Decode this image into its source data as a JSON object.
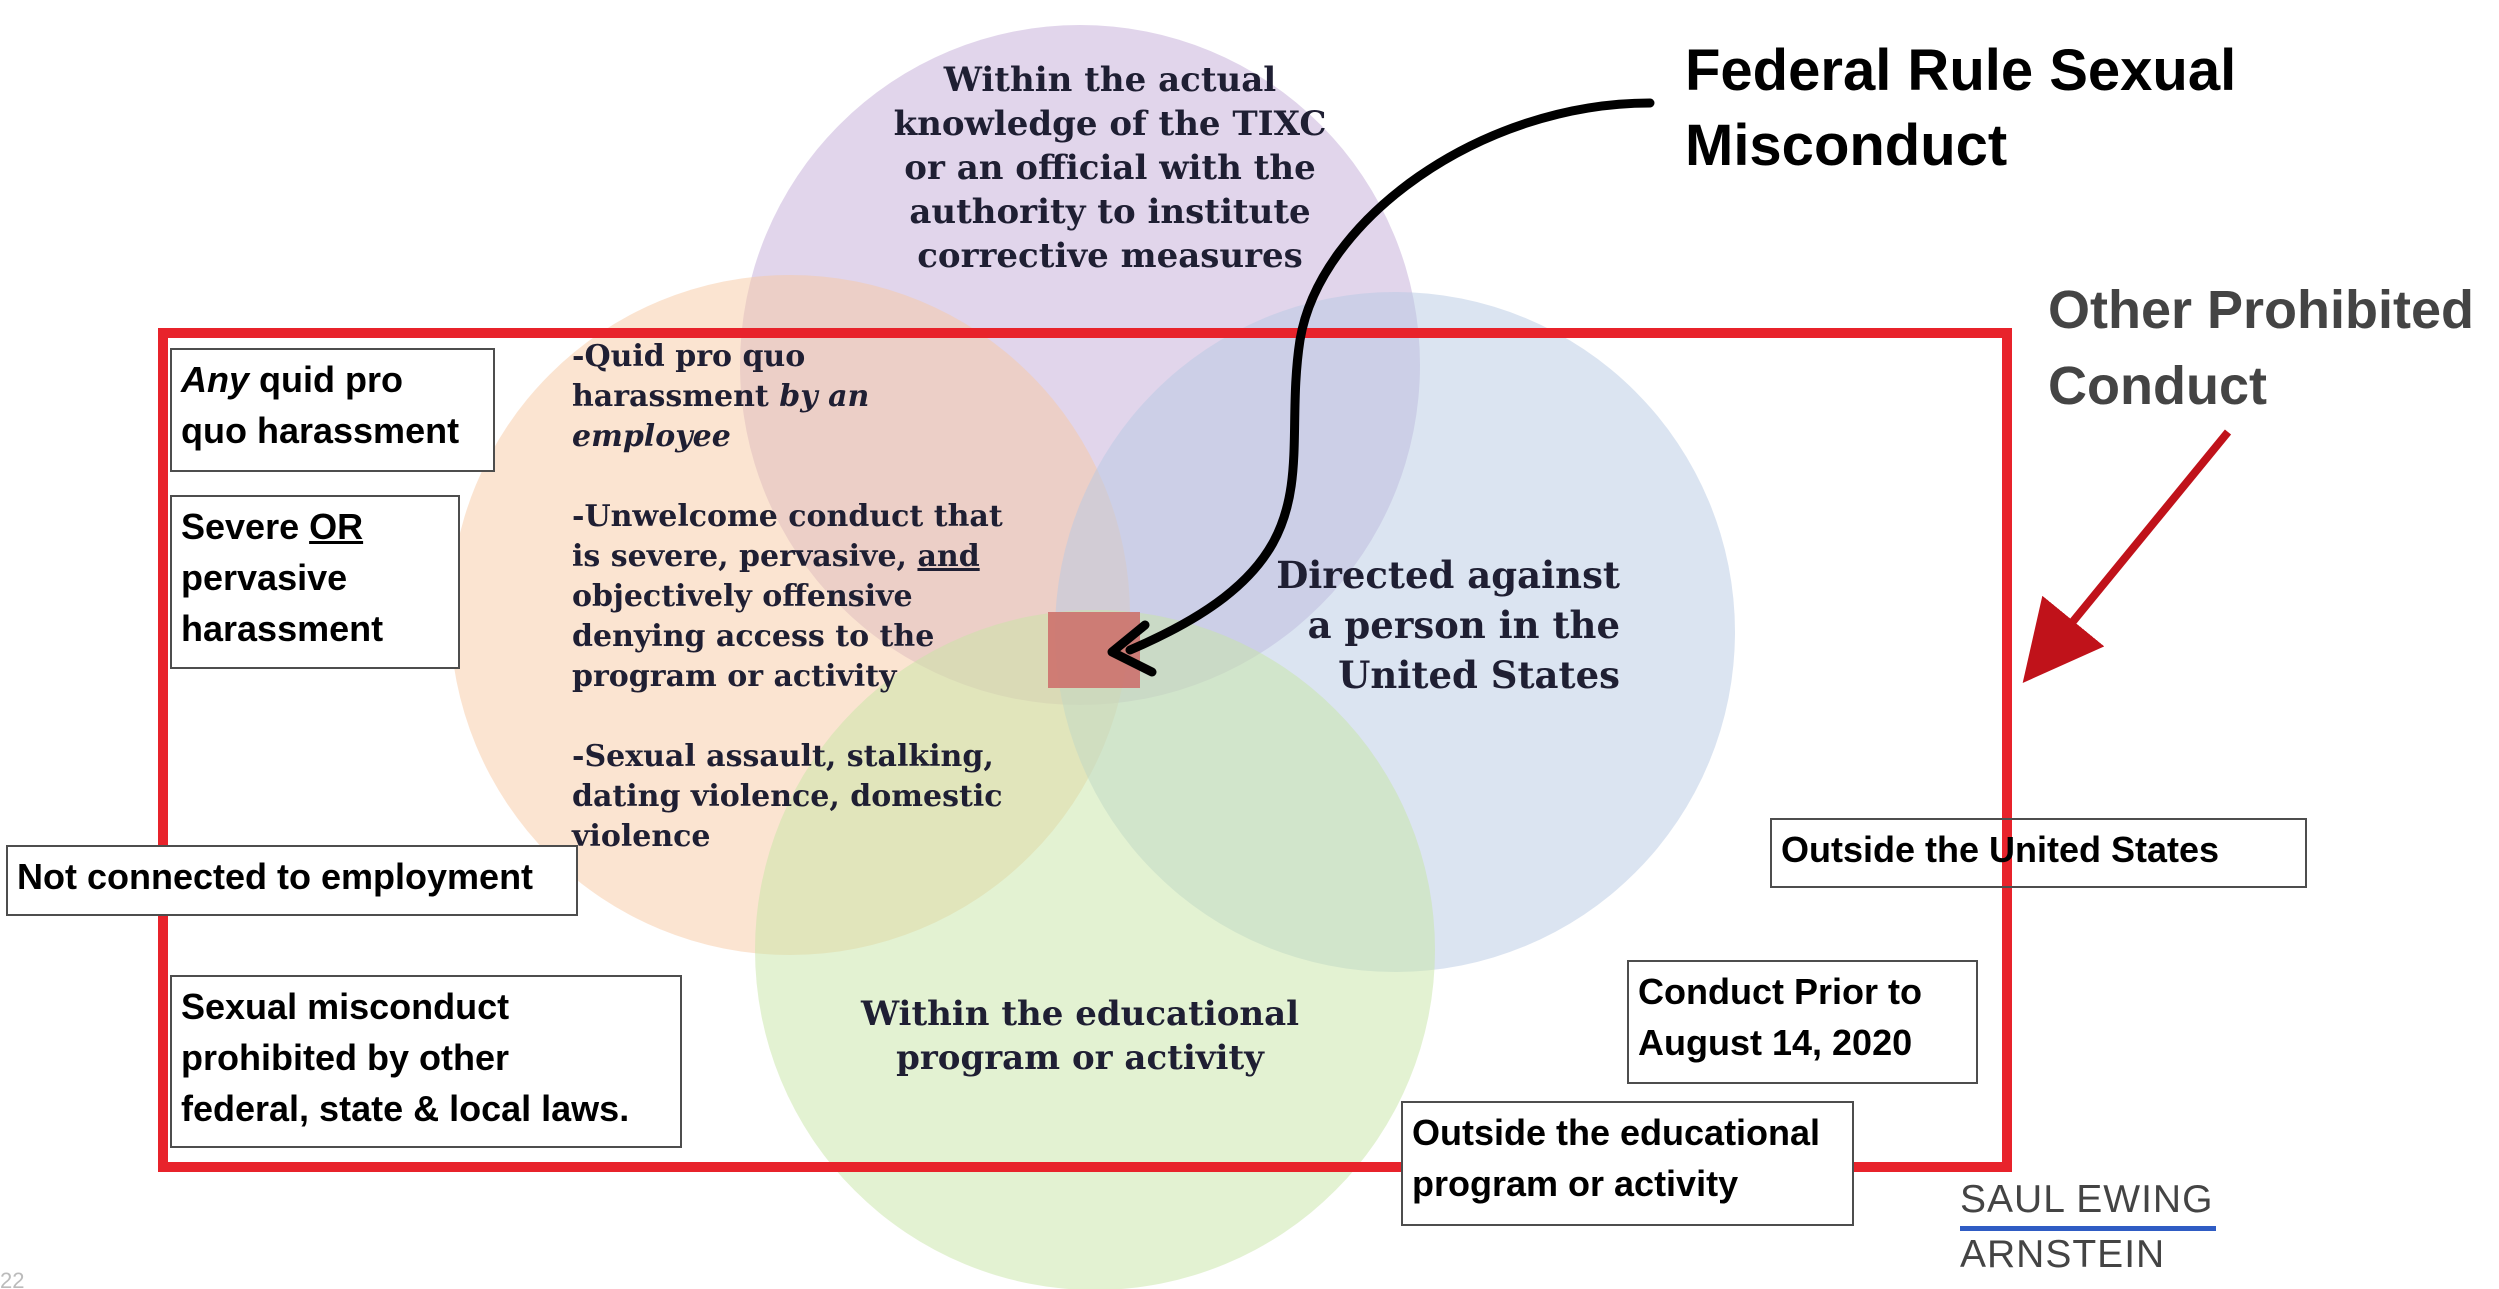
{
  "circles": {
    "top": {
      "lines": [
        "Within the actual",
        "knowledge of the TIXC",
        "or an official with the",
        "authority to institute",
        "corrective measures"
      ],
      "color": "#c9b3db"
    },
    "left": {
      "color": "#f8c9a3"
    },
    "right": {
      "lines": [
        "Directed against",
        "a person in the",
        "United States"
      ],
      "color": "#b8c9e3"
    },
    "bottom": {
      "lines": [
        "Within the educational",
        "program or activity"
      ],
      "color": "#c8e6a5"
    }
  },
  "criteria": {
    "item1_a": "-Quid pro quo",
    "item1_b": "harassment ",
    "item1_c": "by an",
    "item1_d": "employee",
    "item2_a": "-Unwelcome conduct that",
    "item2_b": "is severe, pervasive, ",
    "item2_c": "and",
    "item2_d": "objectively offensive",
    "item2_e": "denying access to the",
    "item2_f": "program or activity",
    "item3_a": "-Sexual assault, stalking,",
    "item3_b": "dating violence, domestic",
    "item3_c": "violence"
  },
  "boxes": {
    "quid_pro_quo": {
      "em": "Any",
      "rest1": " quid pro",
      "line2": "quo harassment"
    },
    "severe": {
      "pre": "Severe ",
      "underlined": "OR",
      "line2": "pervasive",
      "line3": "harassment"
    },
    "not_connected": "Not connected to employment",
    "sexual_misconduct": [
      "Sexual misconduct",
      "prohibited by other",
      "federal, state & local laws."
    ],
    "outside_us": "Outside the United States",
    "prior": [
      "Conduct Prior to",
      "August 14, 2020"
    ],
    "outside_program": [
      "Outside the educational",
      "program or activity"
    ]
  },
  "headings": {
    "federal": [
      "Federal Rule Sexual",
      "Misconduct"
    ],
    "other": [
      "Other Prohibited",
      "Conduct"
    ]
  },
  "logo": {
    "line1": "SAUL EWING",
    "line2": "ARNSTEIN",
    "accent": "#2f5cc4"
  },
  "page_number": "22",
  "colors": {
    "frame": "#e8232b",
    "red_arrow": "#c0121a",
    "intersection": "#cc6b68",
    "black_arrow": "#000000"
  }
}
